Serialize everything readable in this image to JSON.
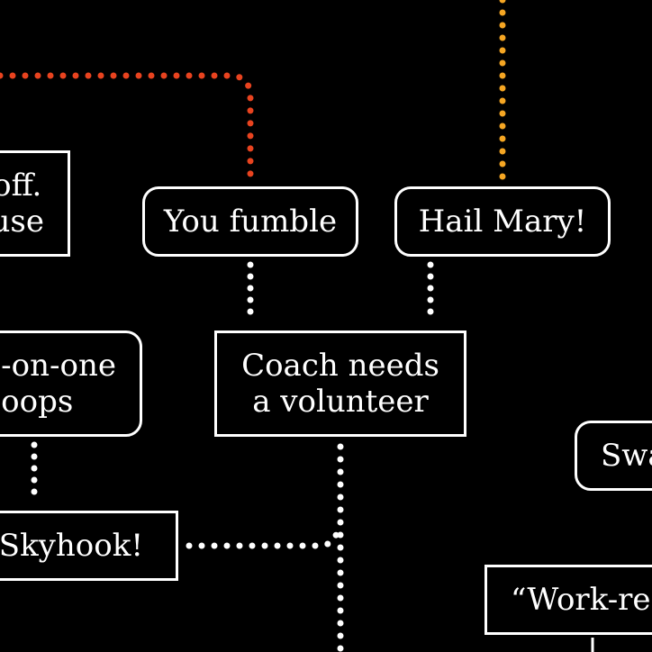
{
  "colors": {
    "background": "#000000",
    "node_border": "#ffffff",
    "text": "#ffffff",
    "connector_red": "#e8431f",
    "connector_orange": "#f5a623",
    "connector_white": "#ffffff"
  },
  "nodes": {
    "off_use": "off.\nuse",
    "you_fumble": "You fumble",
    "hail_mary": "Hail Mary!",
    "one_on_one": "-on-one\noops",
    "coach_needs": "Coach needs\na volunteer",
    "swa": "Swa",
    "skyhook": "Skyhook!",
    "work_re": "“Work-re"
  }
}
